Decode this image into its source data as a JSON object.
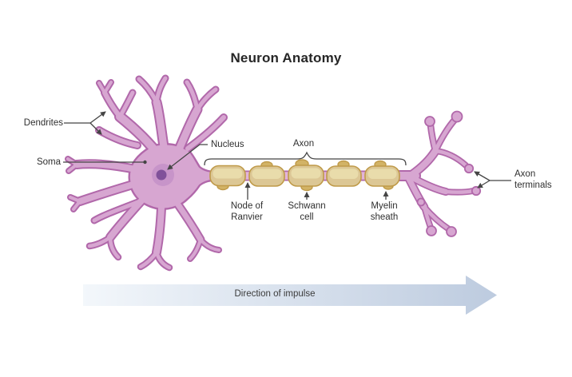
{
  "title": "Neuron Anatomy",
  "labels": {
    "dendrites": "Dendrites",
    "soma": "Soma",
    "nucleus": "Nucleus",
    "axon": "Axon",
    "node_of_ranvier": [
      "Node of",
      "Ranvier"
    ],
    "schwann_cell": [
      "Schwann",
      "cell"
    ],
    "myelin_sheath": [
      "Myelin",
      "sheath"
    ],
    "axon_terminals": [
      "Axon",
      "terminals"
    ]
  },
  "impulse_arrow": {
    "label": "Direction of impulse",
    "direction": "left-to-right"
  },
  "diagram": {
    "structure_count": {
      "myelin_segments": 5,
      "terminal_bulbs": 7
    },
    "colors": {
      "cell_body_fill": "#d7a6d1",
      "cell_body_outline": "#b168aa",
      "nucleus_outer": "#c794c9",
      "nucleus_inner": "#80519a",
      "axon_fill": "#e2b3da",
      "myelin_fill": "#dcc795",
      "myelin_outline": "#bf9a49",
      "myelin_highlight": "#e9dcab",
      "myelin_bump": "#d2b366",
      "arrow_gradient_start": "#f3f7fb",
      "arrow_gradient_end": "#bdcbdf",
      "leader_line": "#454545",
      "label_text": "#2f2f2f",
      "background": "#ffffff"
    }
  }
}
